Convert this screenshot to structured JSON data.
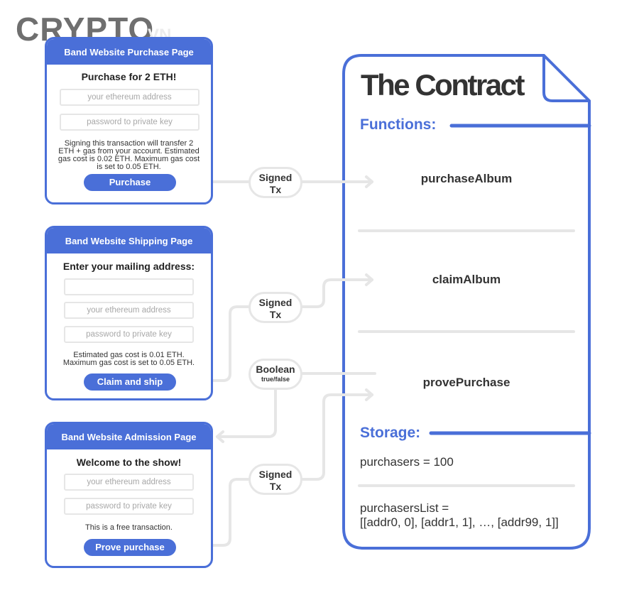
{
  "watermark": {
    "brand": "CRYPTO",
    "faint": "VN"
  },
  "purchase_page": {
    "header": "Band Website Purchase Page",
    "title": "Purchase for 2 ETH!",
    "address_placeholder": "your ethereum address",
    "password_placeholder": "password to private key",
    "note_lines": [
      "Signing this transaction will transfer 2",
      "ETH + gas from your account. Estimated",
      "gas cost is 0.02 ETH. Maximum gas cost",
      "is set to 0.05 ETH."
    ],
    "button": "Purchase"
  },
  "shipping_page": {
    "header": "Band Website Shipping Page",
    "title": "Enter your mailing address:",
    "mailing_value": "",
    "address_placeholder": "your ethereum address",
    "password_placeholder": "password to private key",
    "note_lines": [
      "Estimated gas cost is 0.01 ETH.",
      "Maximum gas cost is set to 0.05 ETH."
    ],
    "button": "Claim and ship"
  },
  "admission_page": {
    "header": "Band Website Admission Page",
    "title": "Welcome to the show!",
    "address_placeholder": "your ethereum address",
    "password_placeholder": "password to private key",
    "note": "This is a free transaction.",
    "button": "Prove purchase"
  },
  "connectors": {
    "signed_1": {
      "line1": "Signed",
      "line2": "Tx"
    },
    "signed_2": {
      "line1": "Signed",
      "line2": "Tx"
    },
    "boolean": {
      "line1": "Boolean",
      "sub": "true/false"
    },
    "signed_3": {
      "line1": "Signed",
      "line2": "Tx"
    }
  },
  "contract": {
    "title": "The Contract",
    "functions_label": "Functions:",
    "functions": [
      "purchaseAlbum",
      "claimAlbum",
      "provePurchase"
    ],
    "storage_label": "Storage:",
    "storage": {
      "purchasers": "purchasers = 100",
      "list_line1": "purchasersList =",
      "list_line2": "[[addr0, 0], [addr1, 1], …, [addr99, 1]]"
    }
  },
  "colors": {
    "accent": "#4a6fd8",
    "connector": "#e6e6e6",
    "text": "#333333"
  }
}
